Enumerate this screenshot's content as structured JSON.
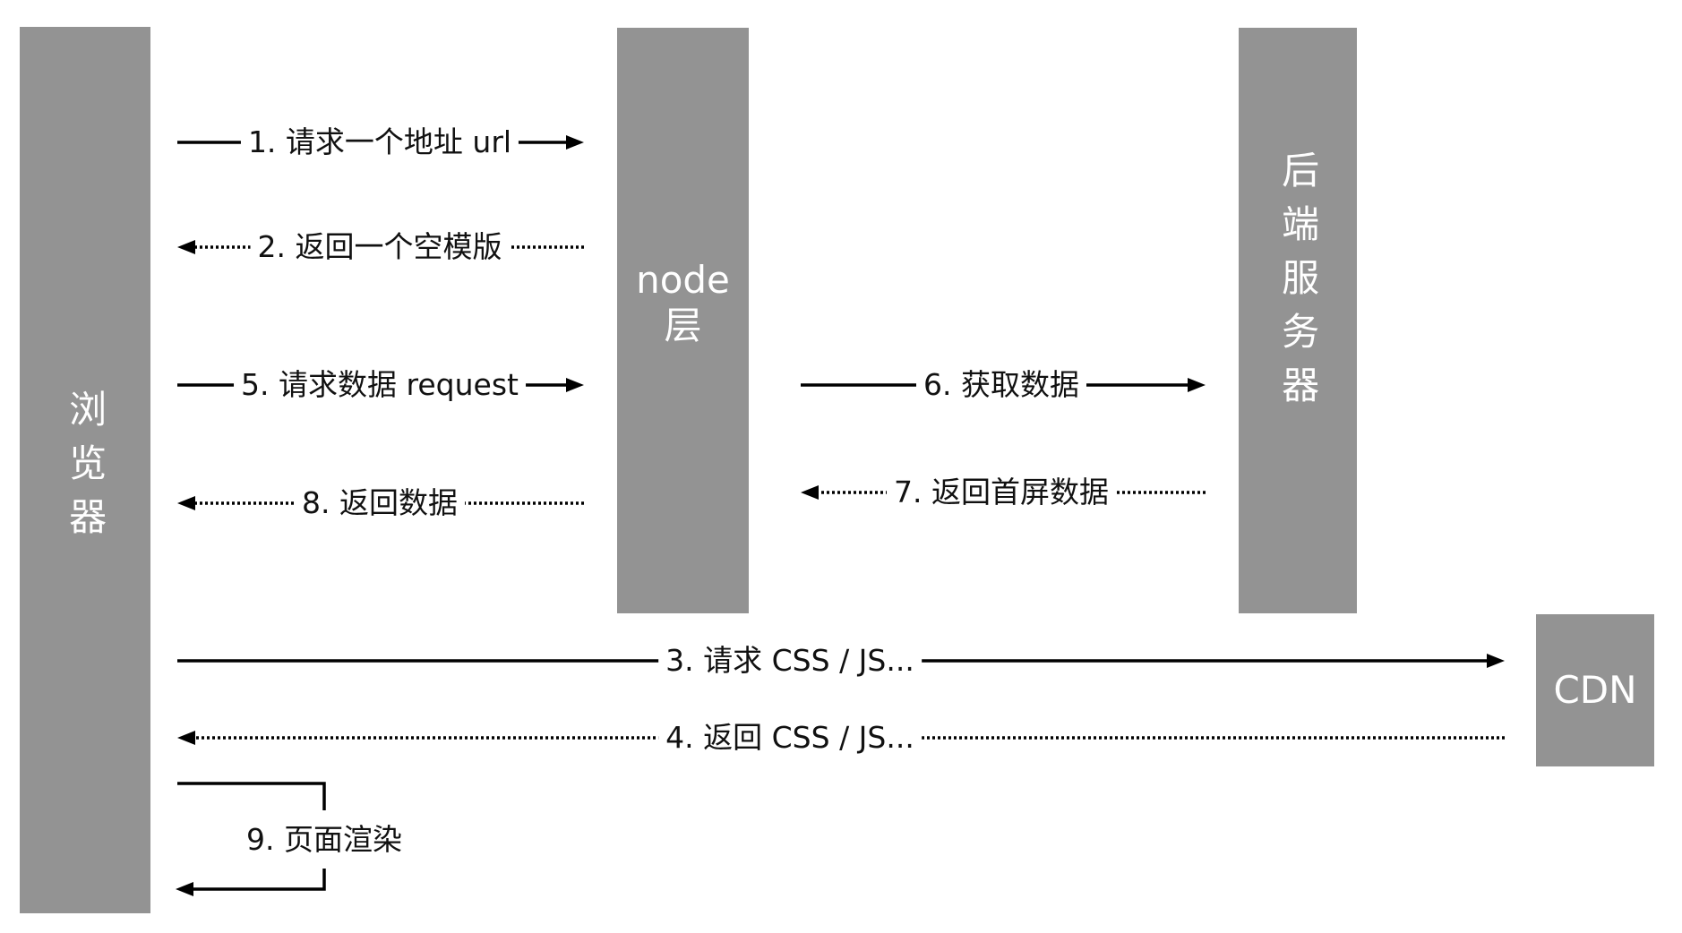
{
  "participants": {
    "browser": "浏览器",
    "node": "node\n层",
    "backend": "后端服务器",
    "cdn": "CDN"
  },
  "steps": {
    "s1": "1. 请求一个地址 url",
    "s2": "2. 返回一个空模版",
    "s3": "3. 请求 CSS / JS...",
    "s4": "4. 返回 CSS / JS...",
    "s5": "5. 请求数据 request",
    "s6": "6. 获取数据",
    "s7": "7. 返回首屏数据",
    "s8": "8. 返回数据",
    "s9": "9. 页面渲染"
  },
  "colors": {
    "lane_fill": "#939393",
    "lane_text": "#ffffff",
    "arrow": "#000000"
  }
}
